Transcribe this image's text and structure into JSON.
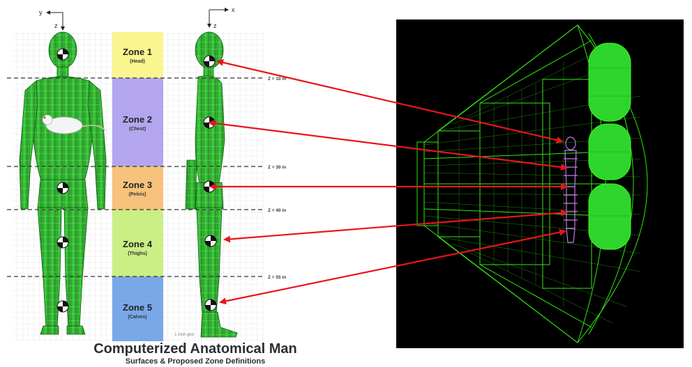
{
  "axes": {
    "front": {
      "horizontal": "y",
      "vertical": "z"
    },
    "side": {
      "horizontal": "x",
      "vertical": "z"
    }
  },
  "zones": [
    {
      "name": "Zone 1",
      "part": "(Head)",
      "color": "#fbf58f"
    },
    {
      "name": "Zone 2",
      "part": "(Chest)",
      "color": "#b3a6ee"
    },
    {
      "name": "Zone 3",
      "part": "(Pelvis)",
      "color": "#f7c27c"
    },
    {
      "name": "Zone 4",
      "part": "(Thighs)",
      "color": "#c9ef85"
    },
    {
      "name": "Zone 5",
      "part": "(Calves)",
      "color": "#78a8e8"
    }
  ],
  "z_levels": [
    "Z = 10 in",
    "Z = 30 in",
    "Z = 40 in",
    "Z = 55 in"
  ],
  "grid_label": "1 inch grid",
  "caption": {
    "title": "Computerized Anatomical Man",
    "subtitle": "Surfaces & Proposed Zone Definitions"
  },
  "colors": {
    "model_green": "#2db52d",
    "wireframe_green": "#39ff14",
    "phantom_purple": "#c17ce8",
    "arrow_red": "#e8141d"
  }
}
